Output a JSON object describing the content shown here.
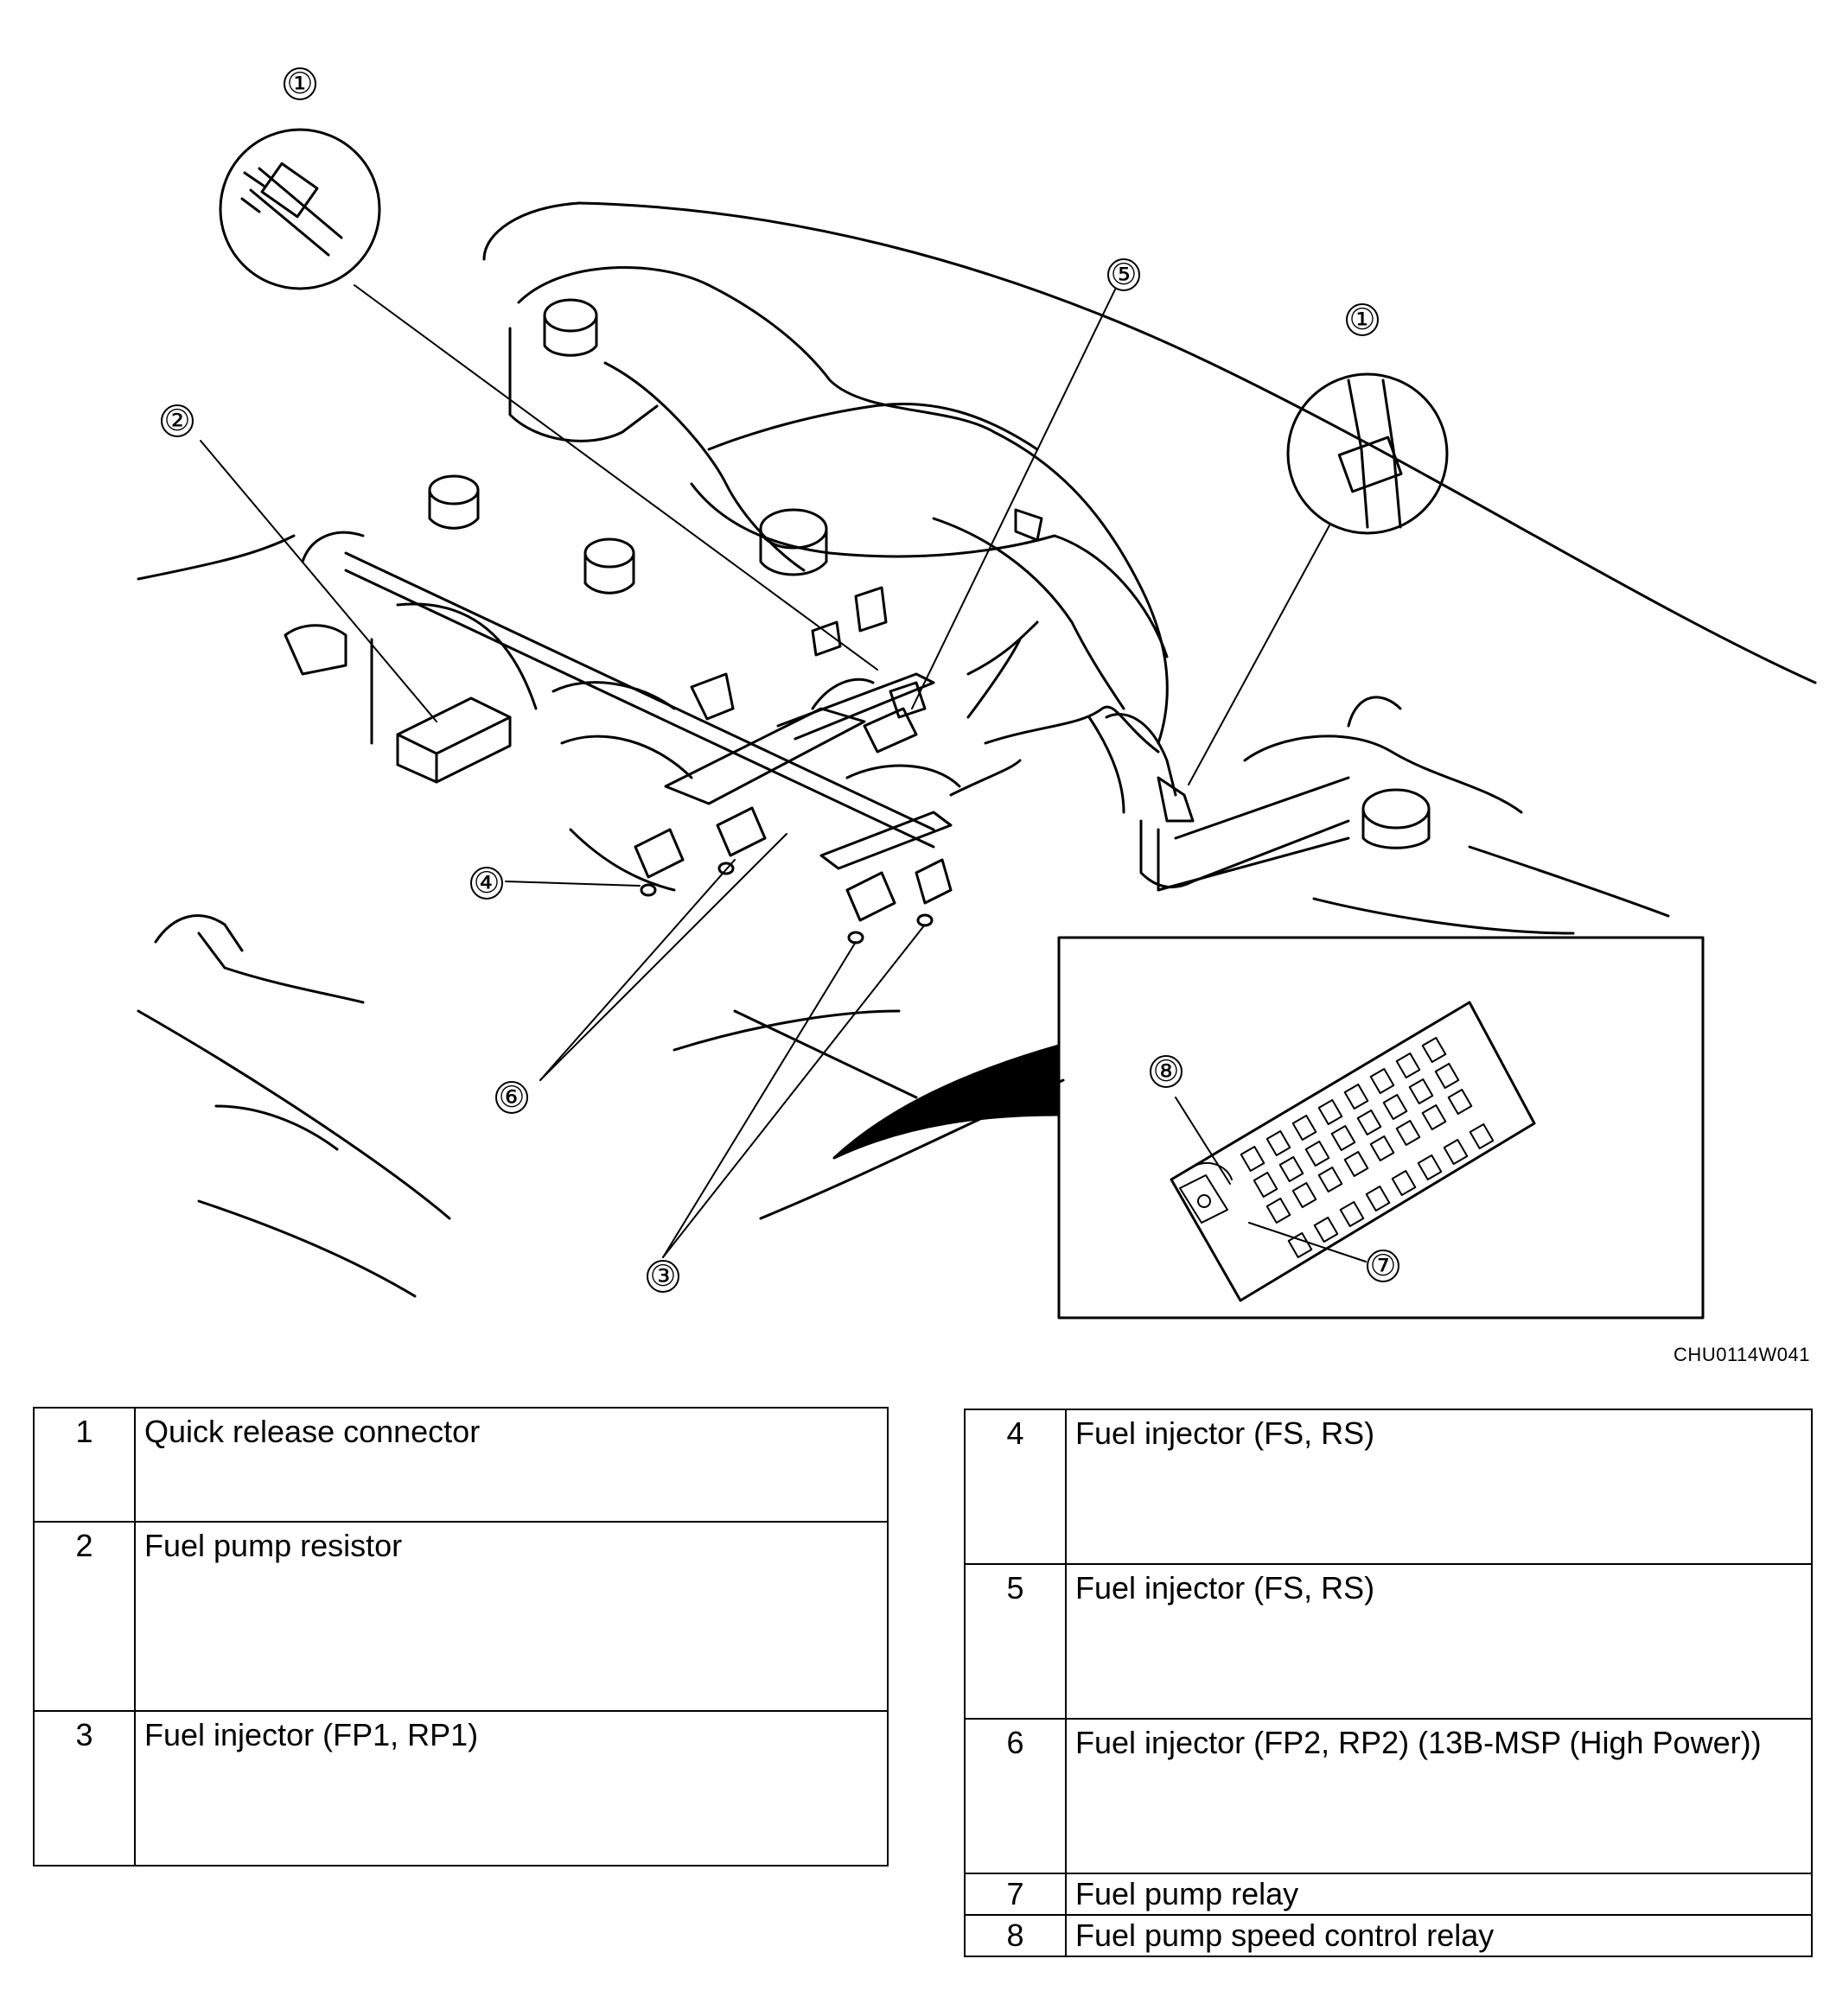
{
  "figure_code": "CHU0114W041",
  "callouts": {
    "c1a": "①",
    "c1b": "①",
    "c2": "②",
    "c3": "③",
    "c4": "④",
    "c5": "⑤",
    "c6": "⑥",
    "c7": "⑦",
    "c8": "⑧"
  },
  "legend_left": [
    {
      "num": "1",
      "label": "Quick release connector"
    },
    {
      "num": "2",
      "label": "Fuel pump resistor"
    },
    {
      "num": "3",
      "label": "Fuel injector (FP1, RP1)"
    }
  ],
  "legend_right": [
    {
      "num": "4",
      "label": "Fuel injector (FS, RS)"
    },
    {
      "num": "5",
      "label": "Fuel injector (FS, RS)"
    },
    {
      "num": "6",
      "label": "Fuel injector (FP2, RP2) (13B-MSP (High Power))"
    },
    {
      "num": "7",
      "label": "Fuel pump relay"
    },
    {
      "num": "8",
      "label": "Fuel pump speed control relay"
    }
  ]
}
